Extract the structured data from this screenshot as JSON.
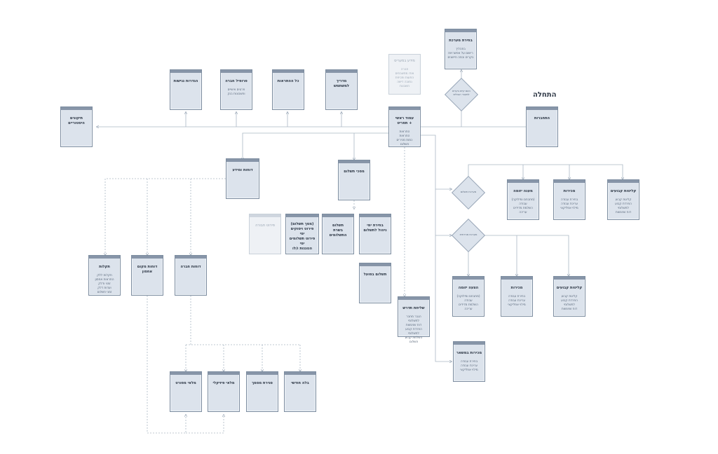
{
  "heading": "התחלה",
  "cards": {
    "signup": {
      "title": "התחברות",
      "body": ""
    },
    "system_select": {
      "title": "בחירת מערכת",
      "body": "בתהליך\nרישום על אפשרויות\nבקרים וכמה חיישנים"
    },
    "home": {
      "title": "עמוד ראשי\n+ תפריט",
      "body": "התראות\nהתראות\nכמות מכירים\nתשלום"
    },
    "promo": {
      "title": "מידע במעריס",
      "body": "חברה\nאודו מחשבחים\nהתעות ותכיפת\nנמובה דישה\nחשבונת"
    },
    "notifications": {
      "title": "הגדרות נגישות",
      "body": ""
    },
    "company_profile": {
      "title": "פרופיל חברה",
      "body": "פרטים אישיים\nוחשבונות בנק"
    },
    "alerts": {
      "title": "כל ההתראות",
      "body": ""
    },
    "guide": {
      "title": "מדריך למשתמש",
      "body": ""
    },
    "history": {
      "title": "תיקונים היסטוריים",
      "body": ""
    },
    "reports": {
      "title": "דוחות ומידע",
      "body": ""
    },
    "payment_screens": {
      "title": "מסכי תשלום",
      "body": ""
    },
    "hours_choice": {
      "title": "בחירת ימי\nניהול לתשלום",
      "body": ""
    },
    "pay_choice": {
      "title": "תשלום\nבשרת התשלומים",
      "body": ""
    },
    "pay_summary": {
      "title": "(מסך תשלום)\nפירוט ויסוקים ימי\nפירוט תשלומים ימי\nהנוגנות ו/לו",
      "body": ""
    },
    "pay_faded": {
      "title": "פירוט חבורה",
      "body": ""
    },
    "pay_manual": {
      "title": "תשלום בפועל",
      "body": ""
    },
    "faults": {
      "title": "תקלות",
      "body": "תקלות ללק\nהתראות אחסון\nזמני ודלק\nועדות דלק\nזמני תשלום"
    },
    "storage_report": {
      "title": "דוחות מקום אחסון",
      "body": ""
    },
    "company_report": {
      "title": "דוחות חברה",
      "body": ""
    },
    "sub_a": {
      "title": "מלאי מפורט",
      "body": ""
    },
    "sub_b": {
      "title": "מלאי פיזיקלי",
      "body": ""
    },
    "sub_c": {
      "title": "סגירת מסמך",
      "body": ""
    },
    "sub_d": {
      "title": "בלה חודשי",
      "body": ""
    },
    "send_order": {
      "title": "שליחת תדרש",
      "body": "הגבר מחבר לתשלומי\nדוח שניגשות\nהפרדת קבוע לתשלומי\nהשלמת קבוע תשלום"
    },
    "r1_purchase": {
      "title": "קליטות קבועים",
      "body": "קליטת קבוע\nהפרדת קבוע לתשלומי\nדוח שניגשות"
    },
    "r1_sales": {
      "title": "מכירות",
      "body": "בחירת עבודה\nעריכת עבודה\nמילוי אפליקצי"
    },
    "r1_fuel": {
      "title": "מענה יזומה",
      "body": "(מתבחם ומילוקה)\nעבודה\nהשלמת מדידים\nעריכה"
    },
    "r2_purchase": {
      "title": "קליטות קבועים",
      "body": "קליטת קבוע\nהפרדת קבוע לתשלומי\nדוח שניגשות"
    },
    "r2_sales": {
      "title": "מכירות",
      "body": "בחירת עבודה\nעריכת עבודה\nמילוי אפליקצי"
    },
    "r2_fuel": {
      "title": "הצעה יזומה",
      "body": "(מתבחם ומילוקה)\nעבודה\nהשלמת מדידים\nעריכה"
    },
    "sale_paper": {
      "title": "מכירות במשאר",
      "body": "בחירת עבודה\nעריכת עבודה\nמילוי אפליקצי"
    }
  },
  "decisions": {
    "d_top": "האם קיים בקרים\nלמעבר הגבלים",
    "d_mid": "מערכת תשלום",
    "d_low": "מערכת מכירתית"
  }
}
